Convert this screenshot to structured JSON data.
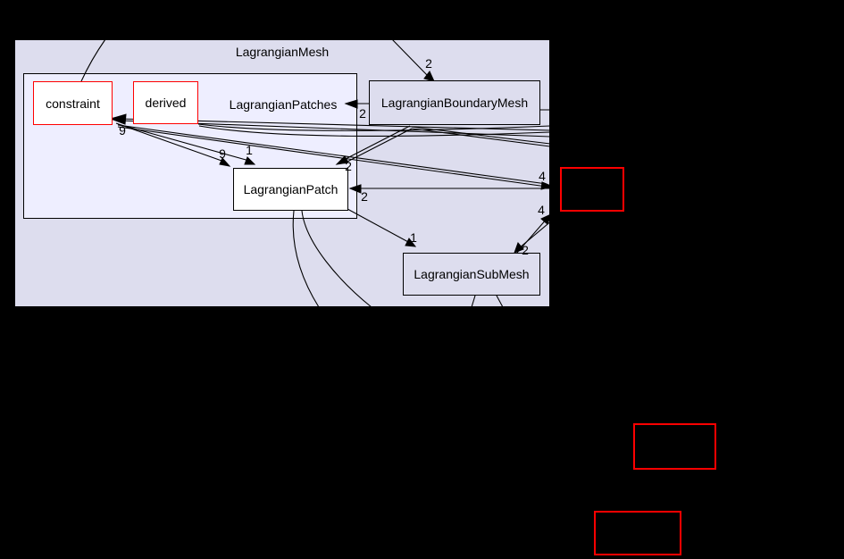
{
  "colors": {
    "background": "#000000",
    "cluster_outer": "#ddddee",
    "cluster_inner": "#eeeeff",
    "node_fill": "#ddddee",
    "focus_node_fill": "#ffffff",
    "red_accent": "#ff0000",
    "edge_color": "#000000",
    "text_color": "#000000"
  },
  "diagram": {
    "type": "directory-dependency-graph",
    "outer_cluster_label": "LagrangianMesh",
    "inner_cluster_label": "LagrangianPatches",
    "nodes": {
      "constraint": {
        "label": "constraint",
        "style": "red-outline"
      },
      "derived": {
        "label": "derived",
        "style": "red-outline"
      },
      "boundary_mesh": {
        "label": "LagrangianBoundaryMesh",
        "style": "plain"
      },
      "patch": {
        "label": "LagrangianPatch",
        "style": "focus"
      },
      "sub_mesh": {
        "label": "LagrangianSubMesh",
        "style": "plain"
      },
      "external_right": {
        "label": "",
        "style": "red-external"
      },
      "external_bottom_1": {
        "label": "",
        "style": "red-external"
      },
      "external_bottom_2": {
        "label": "",
        "style": "red-external"
      }
    },
    "edge_labels": {
      "top_to_boundary": "2",
      "boundary_to_patches": "2",
      "into_constraint": "9",
      "constraint_to_patch": "9",
      "to_patch_one": "1",
      "boundary_to_patch": "2",
      "external_to_patch": "2",
      "bundle_to_external": "4",
      "submesh_to_external": "4",
      "patch_to_submesh": "1",
      "external_to_submesh": "2"
    }
  }
}
